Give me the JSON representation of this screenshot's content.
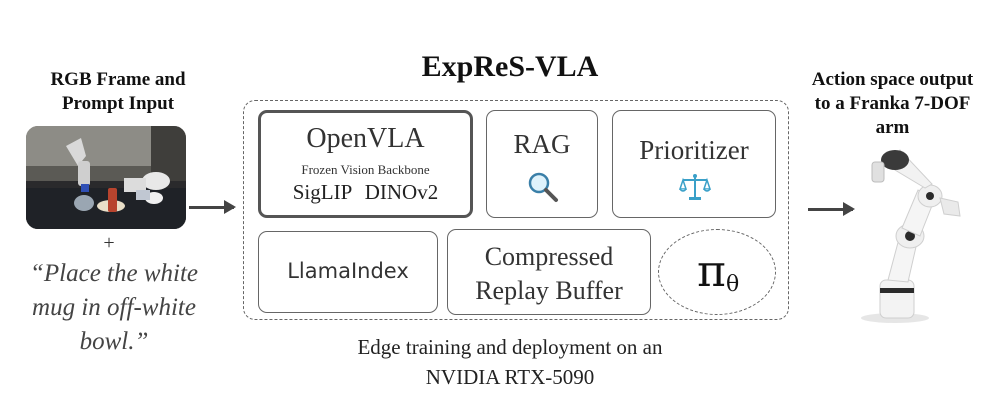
{
  "input": {
    "title_line1": "RGB Frame and",
    "title_line2": "Prompt Input",
    "plus": "+",
    "prompt_line1": "“Place the white",
    "prompt_line2": "mug in off-white",
    "prompt_line3": "bowl.”"
  },
  "center": {
    "title": "ExpReS-VLA",
    "openvla": {
      "name": "OpenVLA",
      "subtitle": "Frozen Vision Backbone",
      "models": "SigLIP DINOv2"
    },
    "rag": {
      "label": "RAG",
      "icon": "magnifier-icon"
    },
    "prioritizer": {
      "label": "Prioritizer",
      "icon": "scales-icon"
    },
    "llamaindex": "LlamaIndex",
    "replay_line1": "Compressed",
    "replay_line2": "Replay Buffer",
    "policy": {
      "symbol": "π",
      "subscript": "θ"
    },
    "caption_line1": "Edge training and deployment on an",
    "caption_line2": "NVIDIA RTX-5090"
  },
  "output": {
    "title_line1": "Action space output",
    "title_line2": "to a Franka 7-DOF",
    "title_line3": "arm"
  },
  "colors": {
    "border": "#666666",
    "arrow": "#444444",
    "accent_icon": "#3aa0c8"
  }
}
